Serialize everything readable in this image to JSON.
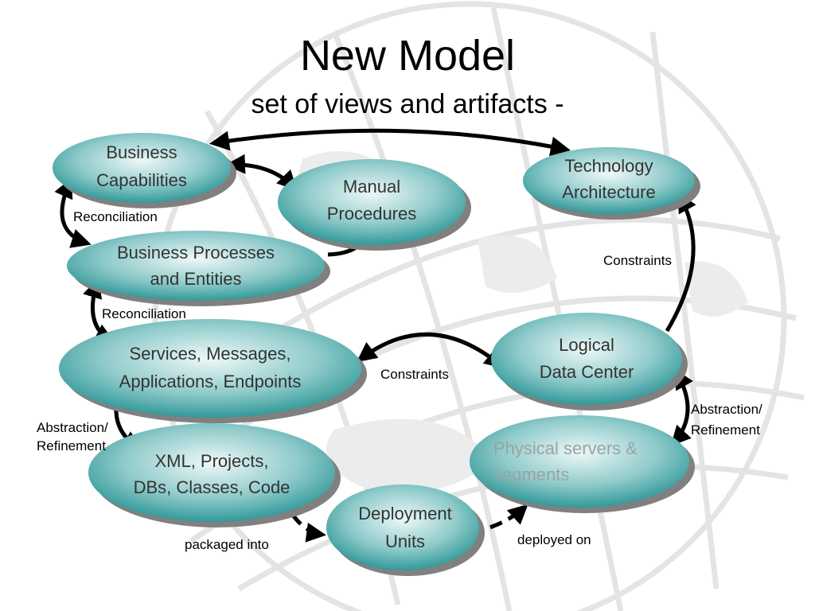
{
  "title": "New Model",
  "subtitle": "set of views and artifacts -",
  "nodes": {
    "business_capabilities": [
      "Business",
      "Capabilities"
    ],
    "manual_procedures": [
      "Manual",
      "Procedures"
    ],
    "technology_architecture": [
      "Technology",
      "Architecture"
    ],
    "business_processes": [
      "Business Processes",
      "and Entities"
    ],
    "services": [
      "Services, Messages,",
      "Applications, Endpoints"
    ],
    "logical_data_center": [
      "Logical",
      "Data Center"
    ],
    "xml_projects": [
      "XML, Projects,",
      "DBs, Classes, Code"
    ],
    "physical_servers": [
      "Physical servers &",
      "segments"
    ],
    "deployment_units": [
      "Deployment",
      "Units"
    ]
  },
  "edge_labels": {
    "reconciliation_1": "Reconciliation",
    "reconciliation_2": "Reconciliation",
    "constraints_1": "Constraints",
    "constraints_2": "Constraints",
    "abstraction_left": [
      "Abstraction/",
      "Refinement"
    ],
    "abstraction_right": [
      "Abstraction/",
      "Refinement"
    ],
    "packaged_into": "packaged into",
    "deployed_on": "deployed on"
  },
  "colors": {
    "node_fill_dark": "#1f8f8f",
    "node_fill_light": "#e4f4f4",
    "node_shadow": "#7a7a7a",
    "arrow": "#000000",
    "globe_line": "#e2e2e2"
  }
}
